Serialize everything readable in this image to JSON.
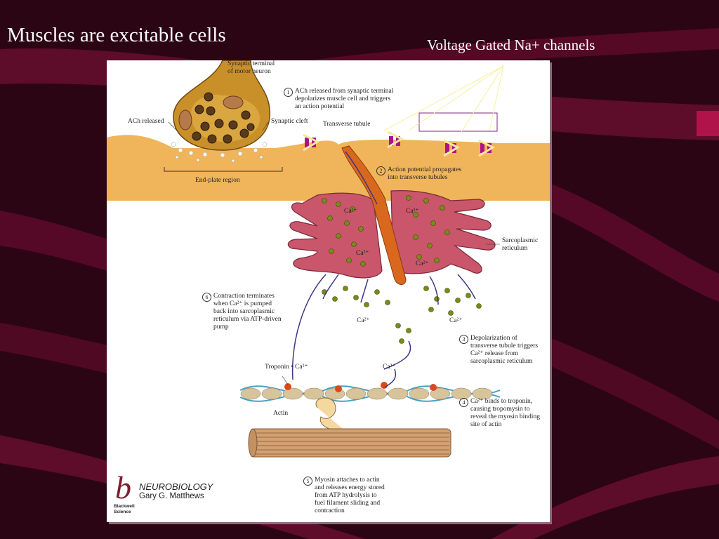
{
  "slide": {
    "title": "Muscles are excitable cells",
    "callout": "Voltage Gated Na+ channels"
  },
  "figure": {
    "labels": {
      "synaptic_terminal": "Synaptic terminal\nof motor neuron",
      "ach_released": "ACh released",
      "synaptic_cleft": "Synaptic cleft",
      "transverse_tubule": "Transverse tubule",
      "end_plate": "End-plate region",
      "sarcoplasmic": "Sarcoplasmic\nreticulum",
      "ca_ions": [
        "Ca²⁺",
        "Ca²⁺",
        "Ca²⁺",
        "Ca²⁺",
        "Ca²⁺",
        "Ca²⁺"
      ],
      "troponin_ca": "Troponin • Ca²⁺",
      "ca_arrow": "Ca²⁺",
      "actin": "Actin"
    },
    "steps": [
      {
        "num": "1",
        "text": "ACh released from synaptic terminal\ndepolarizes muscle cell and triggers\nan action potential"
      },
      {
        "num": "2",
        "text": "Action potential propagates\ninto transverse tubules"
      },
      {
        "num": "3",
        "text": "Depolarization of\ntransverse tubule triggers\nCa²⁺ release from\nsarcoplasmic reticulum"
      },
      {
        "num": "4",
        "text": "Ca²⁺ binds to troponin,\ncausing tropomysin to\nreveal the myosin binding\nsite of actin"
      },
      {
        "num": "5",
        "text": "Myosin attaches to actin\nand releases energy stored\nfrom ATP hydrolysis to\nfuel filament sliding and\ncontraction"
      },
      {
        "num": "6",
        "text": "Contraction terminates\nwhen Ca²⁺ is pumped\nback into sarcoplasmic\nreticulum via ATP-driven\npump"
      }
    ],
    "logo": {
      "letter": "b",
      "title": "NEUROBIOLOGY",
      "author": "Gary G. Matthews",
      "publisher": "Blackwell\nScience"
    }
  },
  "colors": {
    "background": "#2a0412",
    "muscle": "#f0b55a",
    "reticulum": "#c9566a",
    "tubule": "#d9681e",
    "channel": "#b0128a",
    "calcium": "#7a8a1a"
  }
}
